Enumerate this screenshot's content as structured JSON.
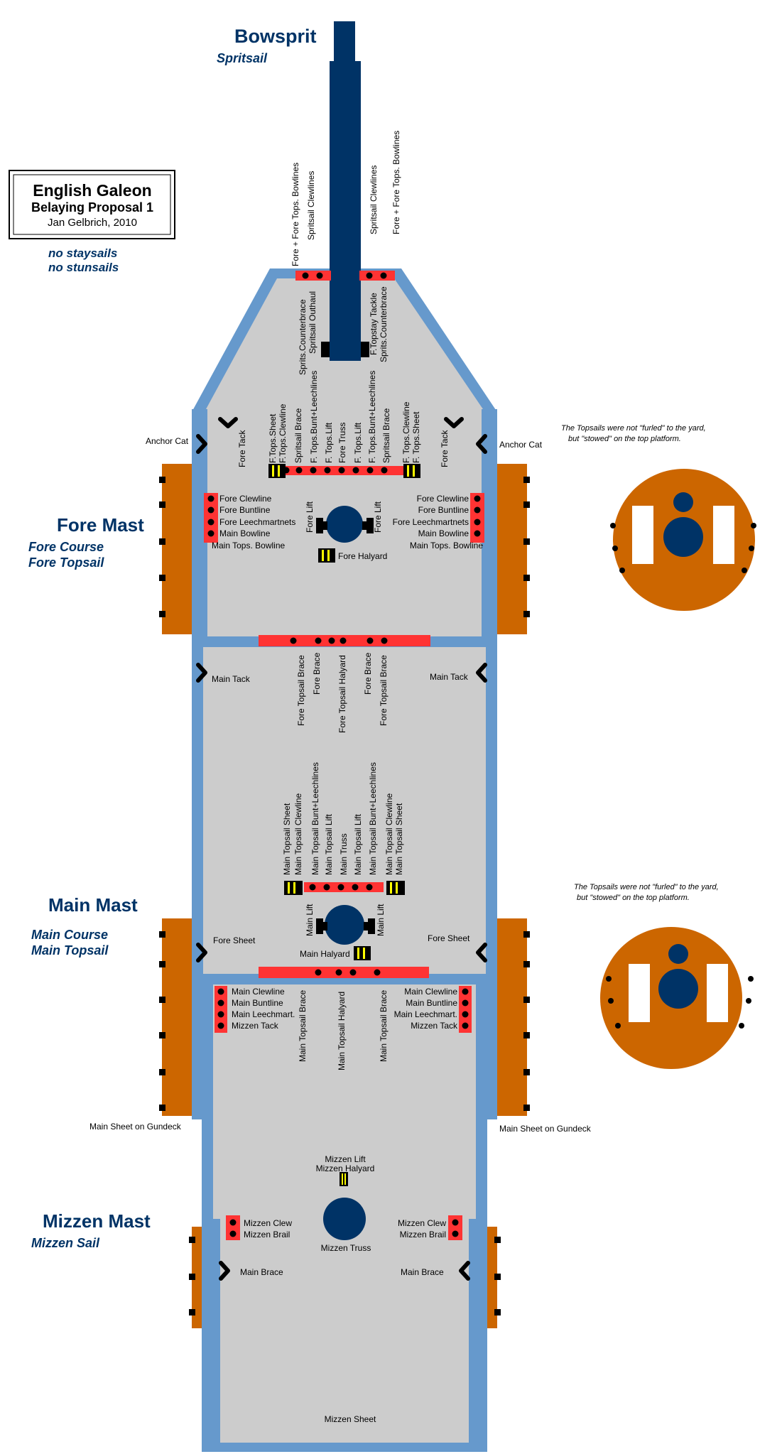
{
  "title": {
    "line1": "English Galeon",
    "line2": "Belaying Proposal 1",
    "author": "Jan Gelbrich, 2010"
  },
  "notes": {
    "line1": "no staysails",
    "line2": "no stunsails"
  },
  "headings": {
    "bowsprit": "Bowsprit",
    "spritsail": "Spritsail",
    "fore_mast": "Fore Mast",
    "fore_course": "Fore Course",
    "fore_topsail": "Fore Topsail",
    "main_mast": "Main Mast",
    "main_course": "Main Course",
    "main_topsail": "Main Topsail",
    "mizzen_mast": "Mizzen Mast",
    "mizzen_sail": "Mizzen Sail"
  },
  "top_notes": {
    "line1": "The Topsails were not \"furled\" to the yard,",
    "line2": "but \"stowed\" on the top platform."
  },
  "colors": {
    "navy": "#003366",
    "hull": "#6699cc",
    "deck": "#cccccc",
    "pin": "#ff3333",
    "chains": "#cc6600",
    "yellow": "#ffff00"
  },
  "labels": {
    "bow_v1": "Fore + Fore Tops. Bowlines",
    "bow_v2": "Spritsail Clewlines",
    "bow_v3": "Spritsail Clewlines",
    "bow_v4": "Fore + Fore Tops. Bowlines",
    "bs_v1": "Sprits.Counterbrace",
    "bs_v2": "Spritsail Outhaul",
    "bs_v3": "F.Topstay Tackle",
    "bs_v4": "Sprits.Counterbrace",
    "anchor_cat_l": "Anchor Cat",
    "anchor_cat_r": "Anchor Cat",
    "fore_tack_l": "Fore Tack",
    "fore_tack_r": "Fore Tack",
    "fr_v1": "F.Tops.Sheet",
    "fr_v2": "F.Tops.Clewline",
    "fr_v3": "Spritsail Brace",
    "fr_v4": "F. Tops.Bunt+Leechlines",
    "fr_v5": "F. Tops.Lift",
    "fr_v6": "Fore Truss",
    "fr_v7": "F. Tops.Lift",
    "fr_v8": "F. Tops.Bunt+Leechlines",
    "fr_v9": "Spritsail Brace",
    "fr_v10": "F. Tops.Clewline",
    "fr_v11": "F. Tops.Sheet",
    "fl_1": "Fore Clewline",
    "fl_2": "Fore Buntline",
    "fl_3": "Fore Leechmartnets",
    "fl_4": "Main Bowline",
    "fl_5": "Main Tops. Bowline",
    "fr_1": "Fore Clewline",
    "fr_2": "Fore Buntline",
    "fr_3": "Fore Leechmartnets",
    "fr_4": "Main Bowline",
    "fr_5": "Main Tops. Bowline",
    "fore_lift_l": "Fore Lift",
    "fore_lift_r": "Fore Lift",
    "fore_halyard": "Fore Halyard",
    "main_tack_l": "Main Tack",
    "main_tack_r": "Main Tack",
    "mr_v1": "Fore Topsail Brace",
    "mr_v2": "Fore Brace",
    "mr_v3": "Fore Topsail Halyard",
    "mr_v4": "Fore Brace",
    "mr_v5": "Fore Topsail Brace",
    "mt_v1": "Main Topsail Sheet",
    "mt_v2": "Main Topsail Clewline",
    "mt_v3": "Main Topsail Bunt+Leechlines",
    "mt_v4": "Main Topsail Lift",
    "mt_v5": "Main Truss",
    "mt_v6": "Main Topsail Lift",
    "mt_v7": "Main Topsail Bunt+Leechlines",
    "mt_v8": "Main Topsail Clewline",
    "mt_v9": "Main Topsail Sheet",
    "main_lift_l": "Main Lift",
    "main_lift_r": "Main Lift",
    "main_halyard": "Main Halyard",
    "fore_sheet_l": "Fore Sheet",
    "fore_sheet_r": "Fore Sheet",
    "ml_1": "Main Clewline",
    "ml_2": "Main Buntline",
    "ml_3": "Main Leechmart.",
    "ml_4": "Mizzen Tack",
    "mr_1": "Main Clewline",
    "mr_2": "Main Buntline",
    "mr_3": "Main Leechmart.",
    "mr_4": "Mizzen Tack",
    "mq_v1": "Main Topsail Brace",
    "mq_v2": "Main Topsail Halyard",
    "mq_v3": "Main Topsail Brace",
    "main_sheet_l": "Main Sheet on Gundeck",
    "main_sheet_r": "Main Sheet on Gundeck",
    "mizzen_lift": "Mizzen Lift",
    "mizzen_halyard": "Mizzen Halyard",
    "mzl_1": "Mizzen Clew",
    "mzl_2": "Mizzen Brail",
    "mzr_1": "Mizzen Clew",
    "mzr_2": "Mizzen Brail",
    "mizzen_truss": "Mizzen Truss",
    "main_brace_l": "Main Brace",
    "main_brace_r": "Main Brace",
    "mizzen_sheet": "Mizzen Sheet"
  }
}
